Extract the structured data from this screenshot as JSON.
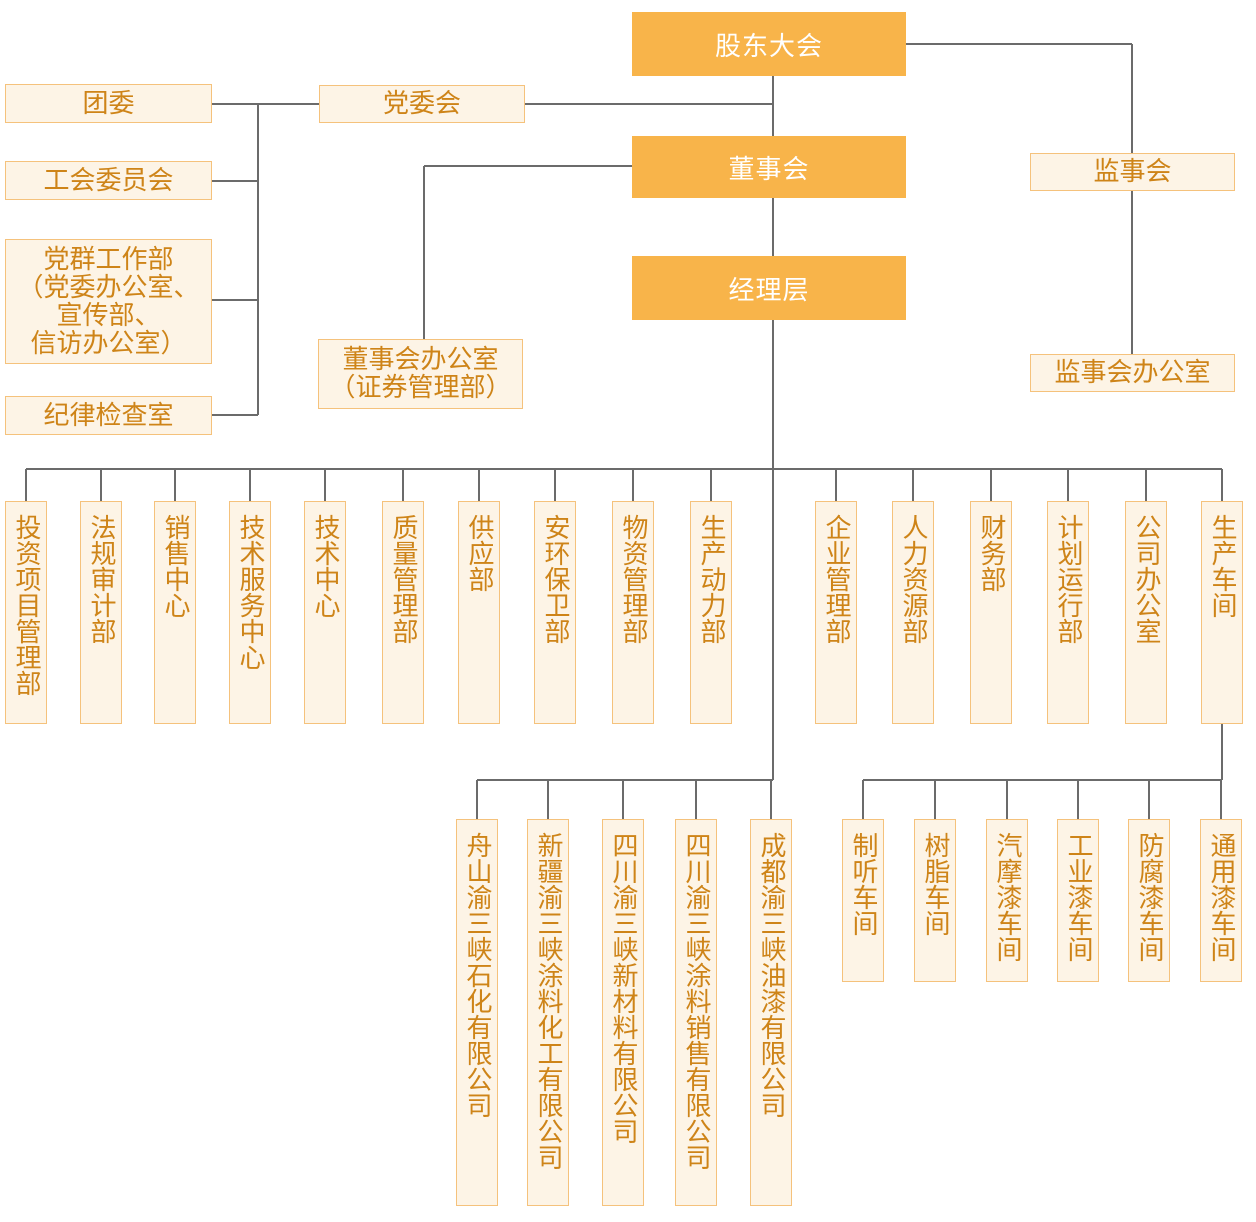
{
  "top": {
    "shareholders": "股东大会",
    "board": "董事会",
    "management": "经理层",
    "supervisors": "监事会",
    "supervisors_office": "监事会办公室",
    "party_committee": "党委会",
    "board_office_line1": "董事会办公室",
    "board_office_line2": "（证券管理部）"
  },
  "left_orgs": {
    "youth_league": "团委",
    "union": "工会委员会",
    "party_work_line1": "党群工作部",
    "party_work_line2": "（党委办公室、",
    "party_work_line3": "宣传部、",
    "party_work_line4": "信访办公室）",
    "discipline": "纪律检查室"
  },
  "departments": [
    "投资项目管理部",
    "法规审计部",
    "销售中心",
    "技术服务中心",
    "技术中心",
    "质量管理部",
    "供应部",
    "安环保卫部",
    "物资管理部",
    "生产动力部",
    "企业管理部",
    "人力资源部",
    "财务部",
    "计划运行部",
    "公司办公室",
    "生产车间"
  ],
  "subsidiaries": [
    "舟山渝三峡石化有限公司",
    "新疆渝三峡涂料化工有限公司",
    "四川渝三峡新材料有限公司",
    "四川渝三峡涂料销售有限公司",
    "成都渝三峡油漆有限公司"
  ],
  "workshops": [
    "制听车间",
    "树脂车间",
    "汽摩漆车间",
    "工业漆车间",
    "防腐漆车间",
    "通用漆车间"
  ],
  "colors": {
    "primary_fill": "#f8b44a",
    "secondary_fill": "#fdf4e6",
    "secondary_border": "#f5c27c",
    "secondary_text": "#ce8418",
    "connector": "#6b6b6b"
  }
}
